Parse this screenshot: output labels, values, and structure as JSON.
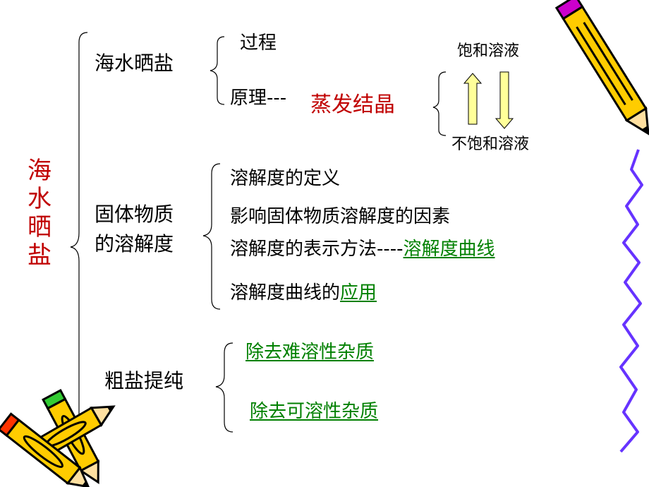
{
  "root": {
    "title": "海水晒盐",
    "title_color": "#c00000"
  },
  "branches": {
    "sea_salt": {
      "label": "海水晒盐",
      "process": "过程",
      "principle": "原理---",
      "principle_value": "蒸发结晶",
      "saturated": "饱和溶液",
      "unsaturated": "不饱和溶液"
    },
    "solubility": {
      "label_line1": "固体物质",
      "label_line2": "的溶解度",
      "items": {
        "definition": "溶解度的定义",
        "factors": "影响固体物质溶解度的因素",
        "representation_prefix": "溶解度的表示方法----",
        "representation_link": "溶解度曲线",
        "application_prefix": "溶解度曲线的",
        "application_link": "应用"
      }
    },
    "purification": {
      "label": "粗盐提纯",
      "insoluble": "除去难溶性杂质",
      "soluble": "除去可溶性杂质"
    }
  },
  "colors": {
    "link": "#008000",
    "accent_red": "#c00000",
    "arrow_fill": "#ffff99",
    "pencil_body": "#ffcc00",
    "squiggle": "#6633ff"
  },
  "icons": [
    "pencil-icon",
    "up-arrow-icon",
    "down-arrow-icon"
  ]
}
